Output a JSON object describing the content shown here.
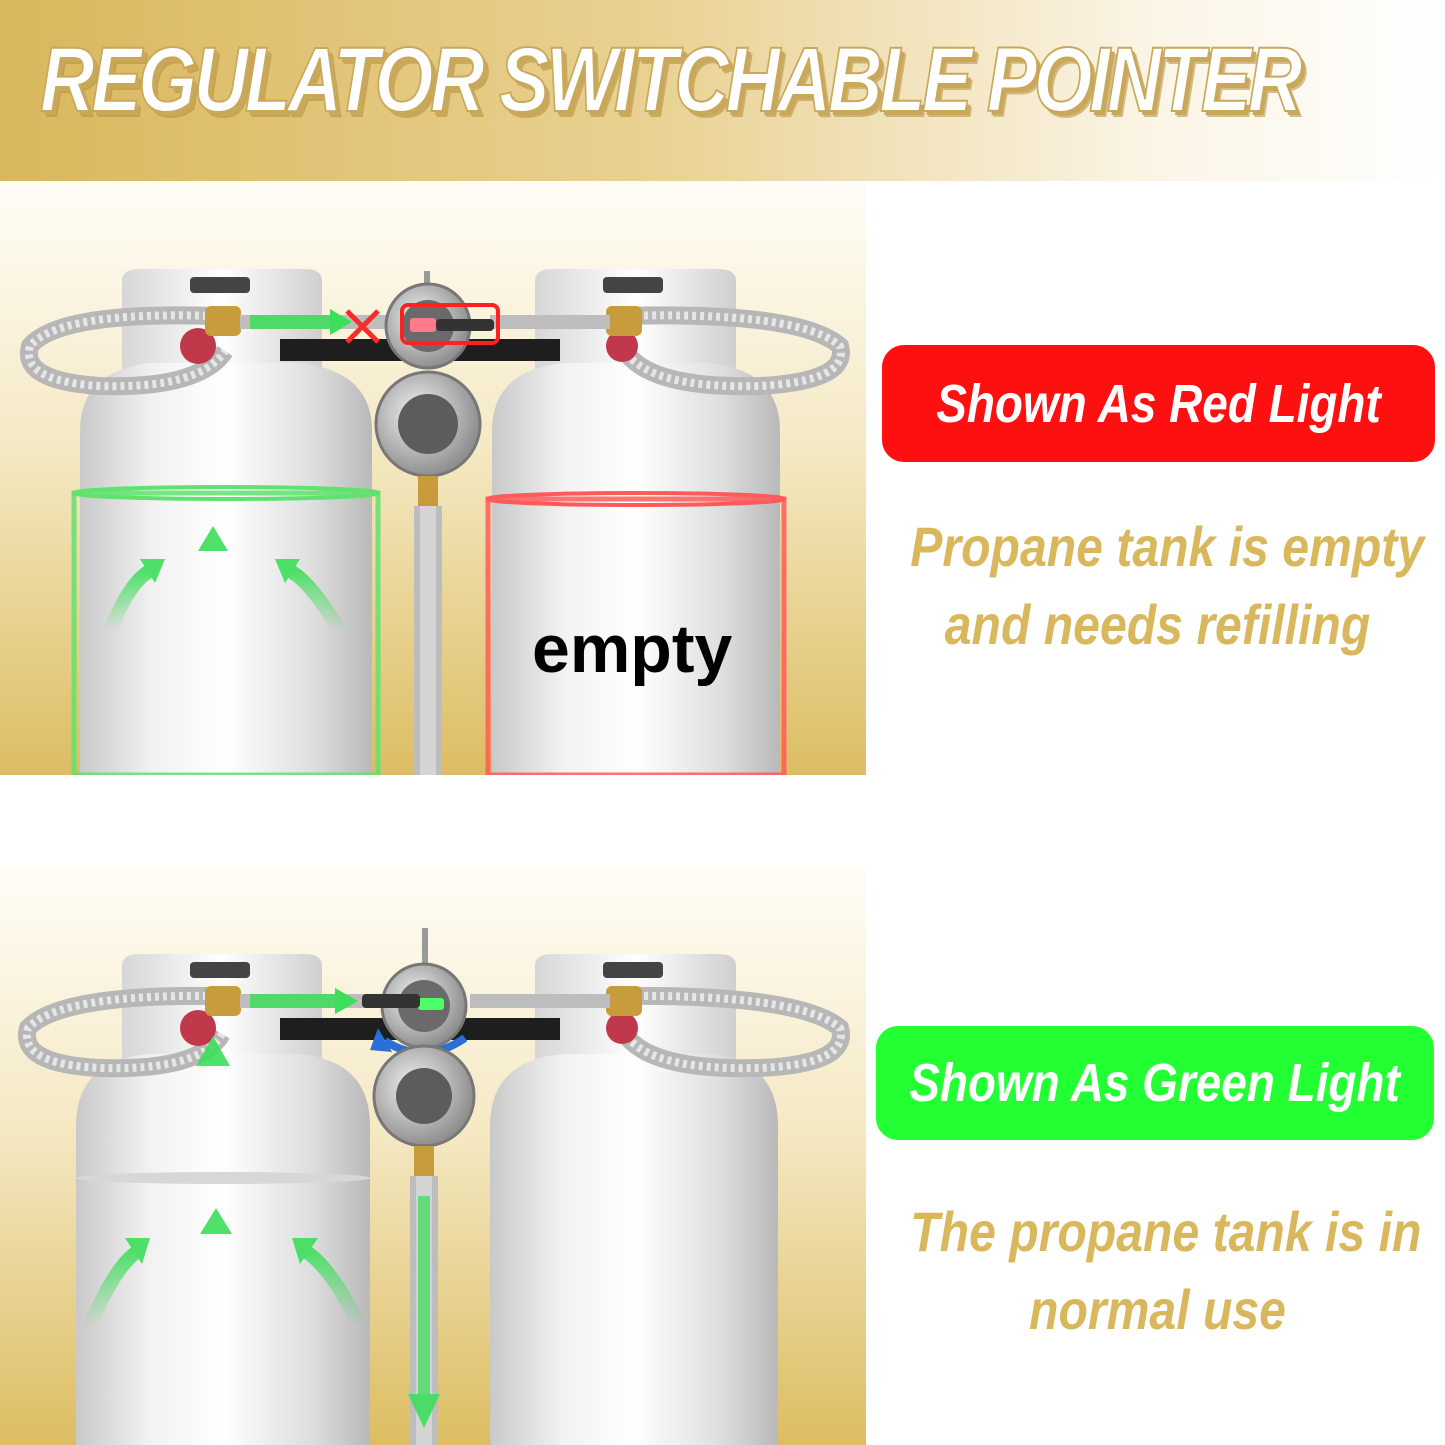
{
  "header": {
    "title": "REGULATOR SWITCHABLE POINTER"
  },
  "top_panel": {
    "tank_label": "empty",
    "badge": "Shown As Red Light",
    "badge_color": "#ff1010",
    "description_lines": [
      "Propane tank is empty",
      "and needs refilling"
    ]
  },
  "bottom_panel": {
    "badge": "Shown As Green Light",
    "badge_color": "#22ff33",
    "description_lines": [
      "The propane tank is in",
      "normal use"
    ]
  },
  "colors": {
    "gold": "#d9b75c",
    "arrow_green": "#3dde5a",
    "indicator_red": "#ff3b3b"
  },
  "icons": [
    "propane-tank-icon",
    "regulator-icon",
    "flow-arrow-icon",
    "red-x-icon",
    "rotate-arrow-icon"
  ]
}
